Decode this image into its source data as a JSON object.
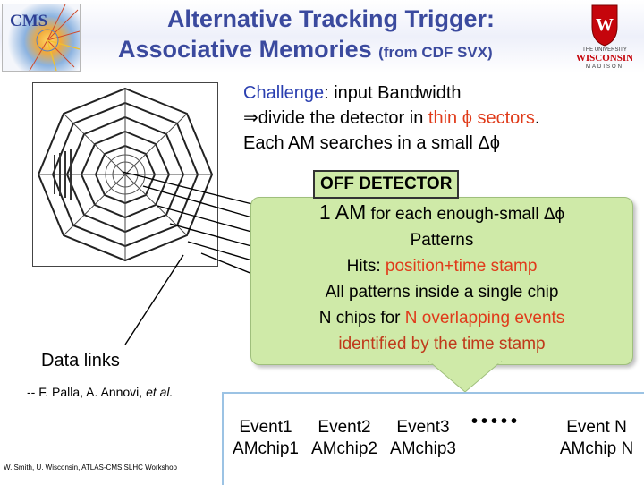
{
  "header": {
    "title_line1": "Alternative Tracking Trigger:",
    "title_line2": "Associative Memories",
    "title_line2_suffix": "(from CDF SVX)",
    "logo_left": "CMS",
    "logo_right_line1": "THE UNIVERSITY",
    "logo_right_line2": "WISCONSIN",
    "logo_right_line3": "MADISON"
  },
  "challenge": {
    "label": "Challenge",
    "line1_rest": ": input Bandwidth",
    "line2_prefix": "divide the detector in ",
    "line2_highlight": "thin ϕ sectors",
    "line2_suffix": ".",
    "line3": "Each AM searches in a small Δϕ"
  },
  "callout": {
    "tag": "OFF DETECTOR",
    "line1_big": "1 AM",
    "line1_rest": " for each enough-small Δϕ",
    "line2": "Patterns",
    "line3_prefix": "Hits: ",
    "line3_highlight": "position+time stamp",
    "line4": "All patterns inside a single chip",
    "line5_prefix": "N chips for ",
    "line5_highlight": "N overlapping events",
    "line6": "identified by the time stamp"
  },
  "left": {
    "data_links": "Data links",
    "credit_prefix": "-- F. Palla, A. Annovi, ",
    "credit_italic": "et al."
  },
  "events": [
    {
      "event": "Event1",
      "chip": "AMchip1"
    },
    {
      "event": "Event2",
      "chip": "AMchip2"
    },
    {
      "event": "Event3",
      "chip": "AMchip3"
    },
    {
      "event": "Event N",
      "chip": "AMchip N"
    }
  ],
  "footer": "W. Smith, U. Wisconsin, ATLAS-CMS SLHC Workshop",
  "colors": {
    "title": "#3b4a9e",
    "highlight_red": "#e03b1a",
    "highlight_blue": "#2a3fb0",
    "callout_fill": "#cfeaa8",
    "event_border": "#9cc3e4",
    "uw_red": "#c5050c"
  }
}
